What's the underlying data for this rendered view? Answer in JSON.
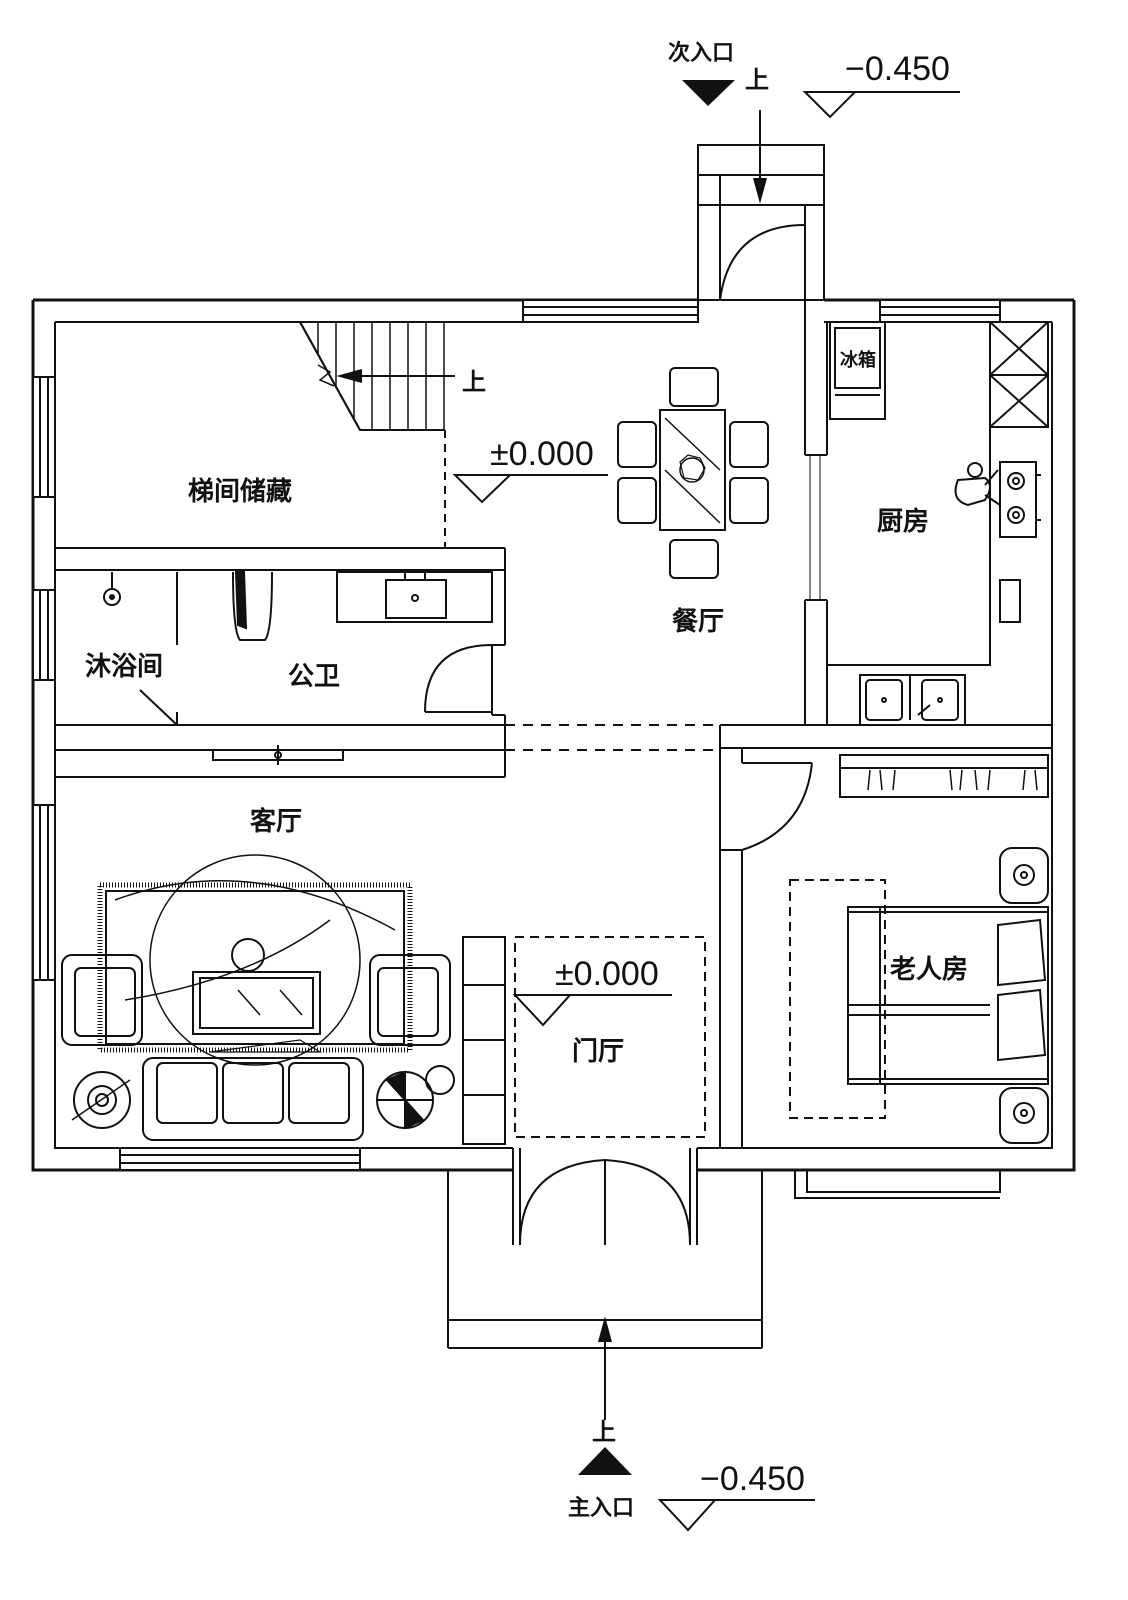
{
  "plan": {
    "colors": {
      "line": "#111111",
      "background": "#ffffff"
    },
    "rooms": {
      "stair_storage": "梯间储藏",
      "dining": "餐厅",
      "kitchen": "厨房",
      "fridge": "冰箱",
      "shower": "沐浴间",
      "toilet": "公卫",
      "living": "客厅",
      "entry_hall": "门厅",
      "elder_room": "老人房"
    },
    "up_label": "上",
    "entrances": {
      "secondary": "次入口",
      "main": "主入口"
    },
    "levels": {
      "secondary_entrance": "−0.450",
      "dining": "±0.000",
      "entry_hall": "±0.000",
      "main_entrance": "−0.450"
    }
  }
}
